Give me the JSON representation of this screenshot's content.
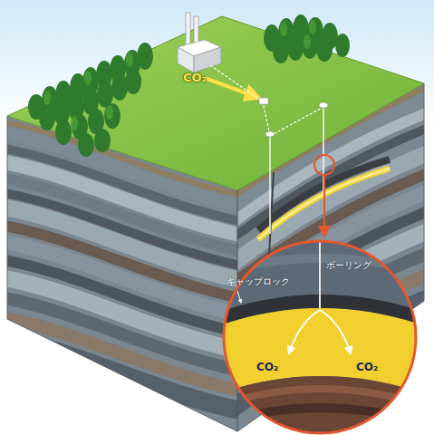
{
  "diagram": {
    "labels": [
      "CO₂",
      "ボーリング",
      "キャップロック",
      "CO₂",
      "CO₂"
    ]
  }
}
